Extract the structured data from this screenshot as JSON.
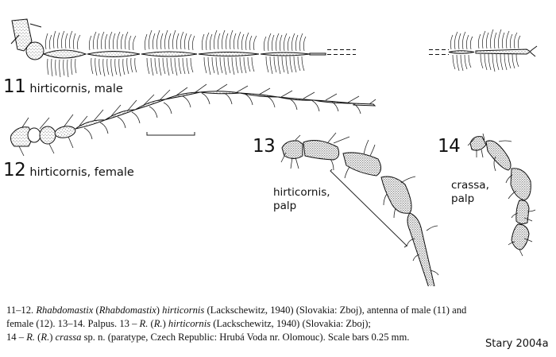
{
  "figure": {
    "fig11": {
      "number": "11",
      "label": "hirticornis, male"
    },
    "fig12": {
      "number": "12",
      "label": "hirticornis, female"
    },
    "fig13": {
      "number": "13",
      "label_line1": "hirticornis,",
      "label_line2": "palp"
    },
    "fig14": {
      "number": "14",
      "label_line1": "crassa,",
      "label_line2": "palp"
    }
  },
  "caption": {
    "line1": {
      "prefix": "11–12. ",
      "genus": "Rhabdomastix",
      "subgenus_open": " (",
      "subgenus": "Rhabdomastix",
      "subgenus_close": ") ",
      "species": "hirticornis",
      "rest": " (Lackschewitz, 1940) (Slovakia: Zboj), antenna of male (11) and"
    },
    "line2": {
      "prefix": "female (12). 13–14. Palpus. 13 – ",
      "genus_abbr": "R.",
      "subgenus_open": " (",
      "subgenus_abbr": "R.",
      "subgenus_close": ") ",
      "species": "hirticornis",
      "rest": " (Lackschewitz, 1940) (Slovakia: Zboj);"
    },
    "line3": {
      "prefix": "14 – ",
      "genus_abbr": "R.",
      "subgenus_open": " (",
      "subgenus_abbr": "R.",
      "subgenus_close": ") ",
      "species": "crassa",
      "rest": " sp. n. (paratype, Czech Republic: Hrubá Voda nr. Olomouc). Scale bars 0.25 mm."
    }
  },
  "credit": "Stary 2004a",
  "colors": {
    "ink": "#111111",
    "stipple": "#555555",
    "background": "#ffffff"
  }
}
